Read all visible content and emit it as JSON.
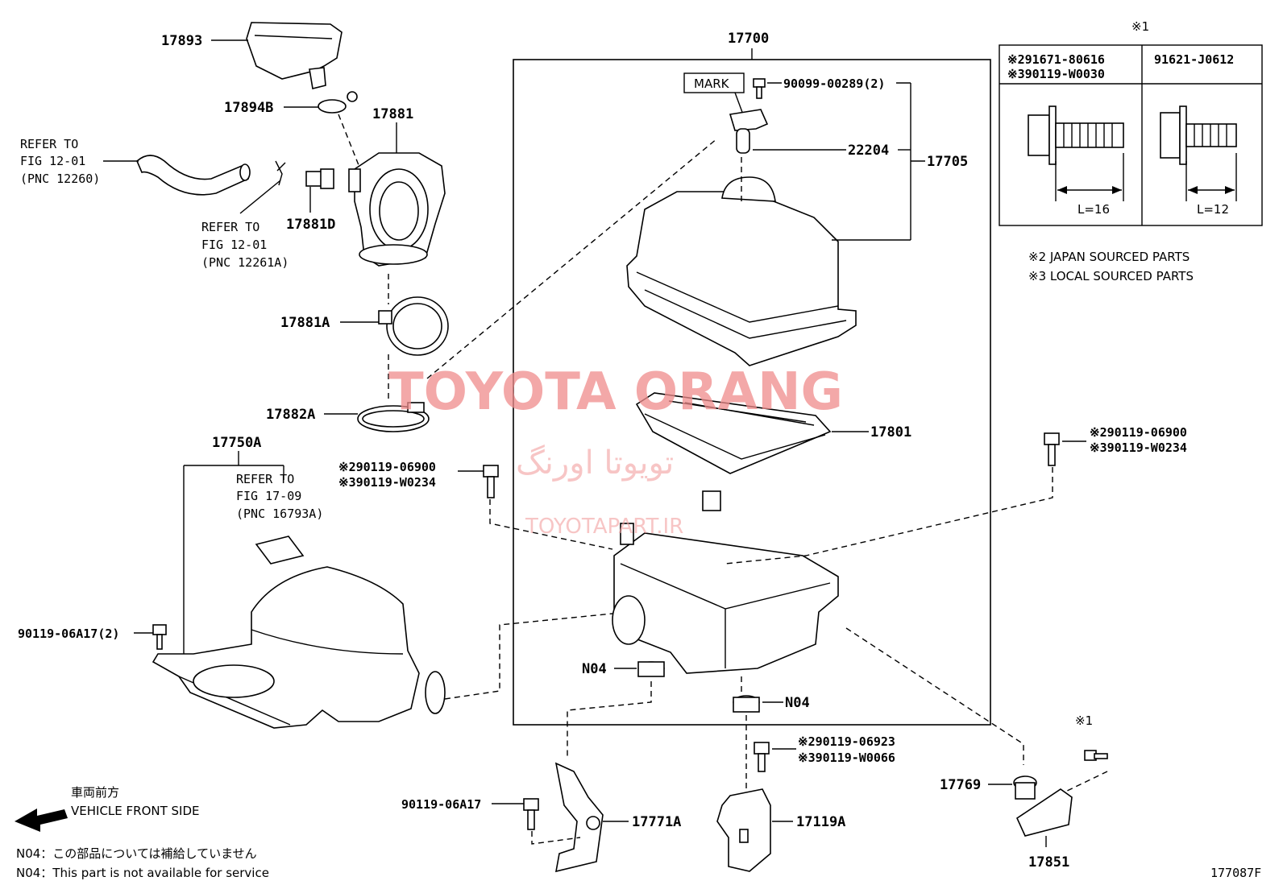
{
  "parts": {
    "p17893": "17893",
    "p17894B": "17894B",
    "p17881": "17881",
    "p17881D": "17881D",
    "p17881A": "17881A",
    "p17882A": "17882A",
    "p17750A": "17750A",
    "p17700": "17700",
    "p22204": "22204",
    "p17705": "17705",
    "p17801": "17801",
    "p17771A": "17771A",
    "p17119A": "17119A",
    "p17769": "17769",
    "p17851": "17851",
    "n04_left": "N04",
    "n04_right": "N04",
    "bolt_mark": "90099-00289(2)",
    "bolt_left_2": "90119-06A17(2)",
    "bolt_bottom": "90119-06A17",
    "mid_j": "※290119-06900",
    "mid_l": "※390119-W0234",
    "right_j": "※290119-06900",
    "right_l": "※390119-W0234",
    "bot_j": "※290119-06923",
    "bot_l": "※390119-W0066",
    "mark_label": "MARK",
    "note1_top": "※1",
    "note1_bottom": "※1"
  },
  "refs": {
    "ref1_a": "REFER TO",
    "ref1_b": "FIG 12-01",
    "ref1_c": "(PNC 12260)",
    "ref2_a": "REFER TO",
    "ref2_b": "FIG 12-01",
    "ref2_c": "(PNC 12261A)",
    "ref3_a": "REFER TO",
    "ref3_b": "FIG 17-09",
    "ref3_c": "(PNC 16793A)"
  },
  "table": {
    "left_j": "※291671-80616",
    "left_l": "※390119-W0030",
    "right": "91621-J0612",
    "left_len": "L=16",
    "right_len": "L=12"
  },
  "legend": {
    "japan": "※2 JAPAN SOURCED PARTS",
    "local": "※3 LOCAL SOURCED PARTS"
  },
  "front": {
    "jp": "車両前方",
    "en": "VEHICLE FRONT SIDE"
  },
  "notes": {
    "n04_jp": "N04：この部品については補給していません",
    "n04_en": "N04：This part is not available for service"
  },
  "watermark": {
    "brand": "TOYOTA ORANG",
    "persian": "تویوتا اورنگ",
    "url": "TOYOTAPART.IR"
  },
  "figure_id": "177087F"
}
